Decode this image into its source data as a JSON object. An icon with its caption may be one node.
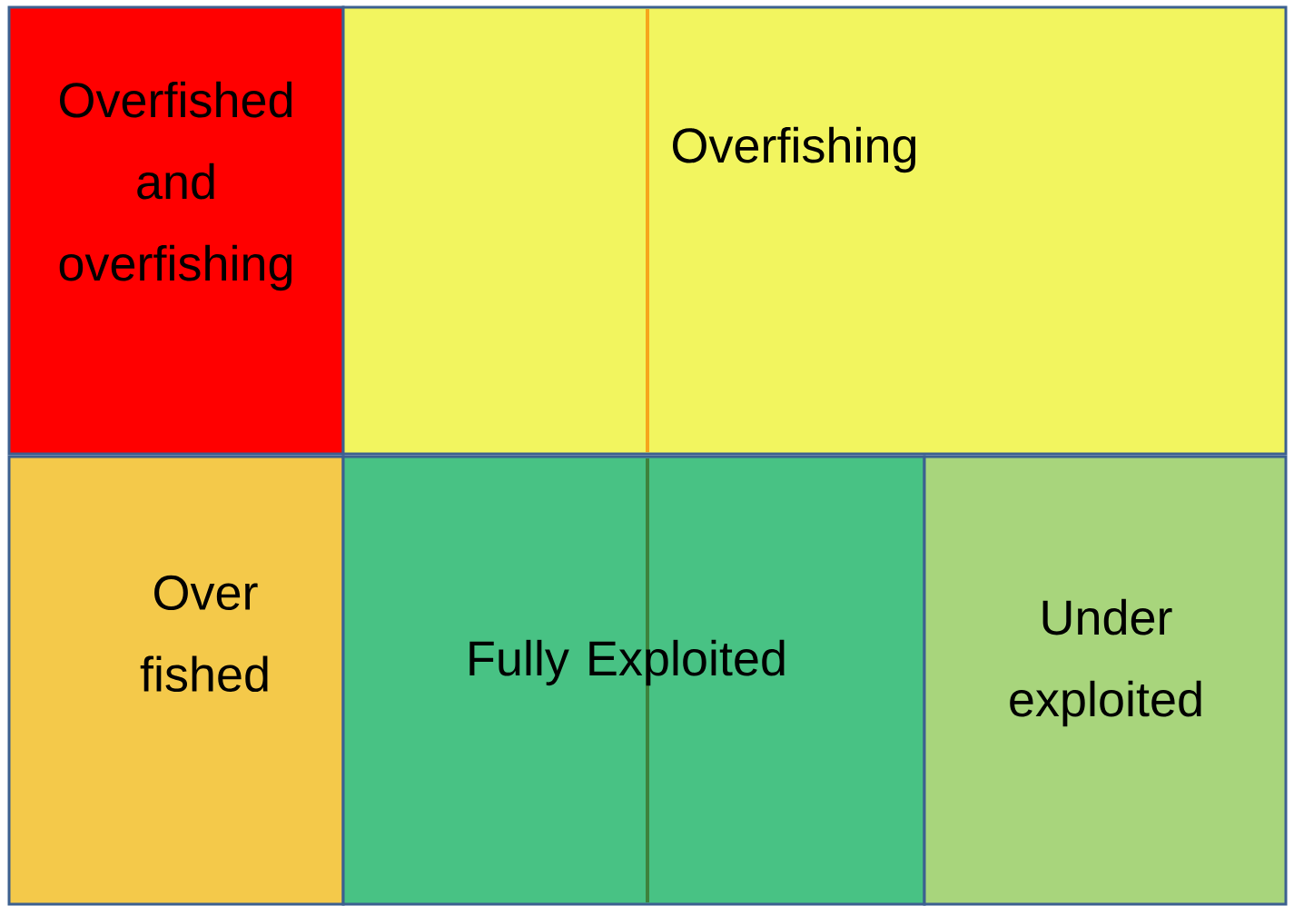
{
  "diagram": {
    "nodes": [
      {
        "text": [
          "Overfished and overfishing"
        ]
      },
      {
        "text": [
          "Overfishing"
        ]
      },
      {
        "text": [
          "Over fished"
        ]
      },
      {
        "text": [
          "Fully Exploited"
        ]
      },
      {
        "text": [
          "Under exploited"
        ]
      }
    ]
  }
}
